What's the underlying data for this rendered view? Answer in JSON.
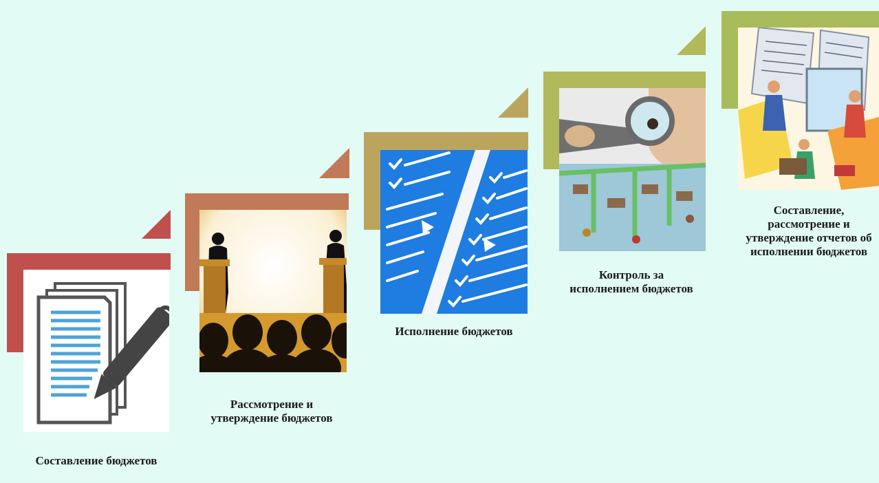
{
  "steps": [
    {
      "label": "Составление бюджетов",
      "icon": "document-pen-icon",
      "color": "#c0504d"
    },
    {
      "label": "Рассмотрение и утверждение бюджетов",
      "icon": "speakers-audience-image",
      "color": "#c07a58"
    },
    {
      "label": "Исполнение бюджетов",
      "icon": "checklist-documents-image",
      "color": "#bba55e"
    },
    {
      "label": "Контроль за исполнением бюджетов",
      "icon": "magnifier-inspector-image",
      "color": "#b2b95a"
    },
    {
      "label": "Составление, рассмотрение и утверждение отчетов об исполнении бюджетов",
      "icon": "office-workers-image",
      "color": "#a8bc5c"
    }
  ]
}
